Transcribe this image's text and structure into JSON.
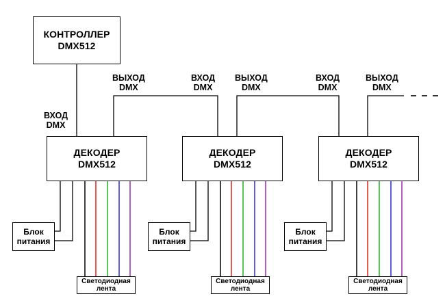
{
  "controller": {
    "line1": "КОНТРОЛЛЕР",
    "line2": "DMX512"
  },
  "decoders": [
    {
      "line1": "ДЕКОДЕР",
      "line2": "DMX512"
    },
    {
      "line1": "ДЕКОДЕР",
      "line2": "DMX512"
    },
    {
      "line1": "ДЕКОДЕР",
      "line2": "DMX512"
    }
  ],
  "power_units": [
    {
      "line1": "Блок",
      "line2": "питания"
    },
    {
      "line1": "Блок",
      "line2": "питания"
    },
    {
      "line1": "Блок",
      "line2": "питания"
    }
  ],
  "led_strips": [
    {
      "line1": "Светодиодная",
      "line2": "лента"
    },
    {
      "line1": "Светодиодная",
      "line2": "лента"
    },
    {
      "line1": "Светодиодная",
      "line2": "лента"
    }
  ],
  "labels": {
    "input": {
      "line1": "ВХОД",
      "line2": "DMX"
    },
    "output": {
      "line1": "ВЫХОД",
      "line2": "DMX"
    }
  },
  "wire_colors": {
    "power": "#000000",
    "black": "#000000",
    "red": "#e0201e",
    "green": "#20b020",
    "blue": "#2a2ad0",
    "purple": "#9a2aa8"
  }
}
